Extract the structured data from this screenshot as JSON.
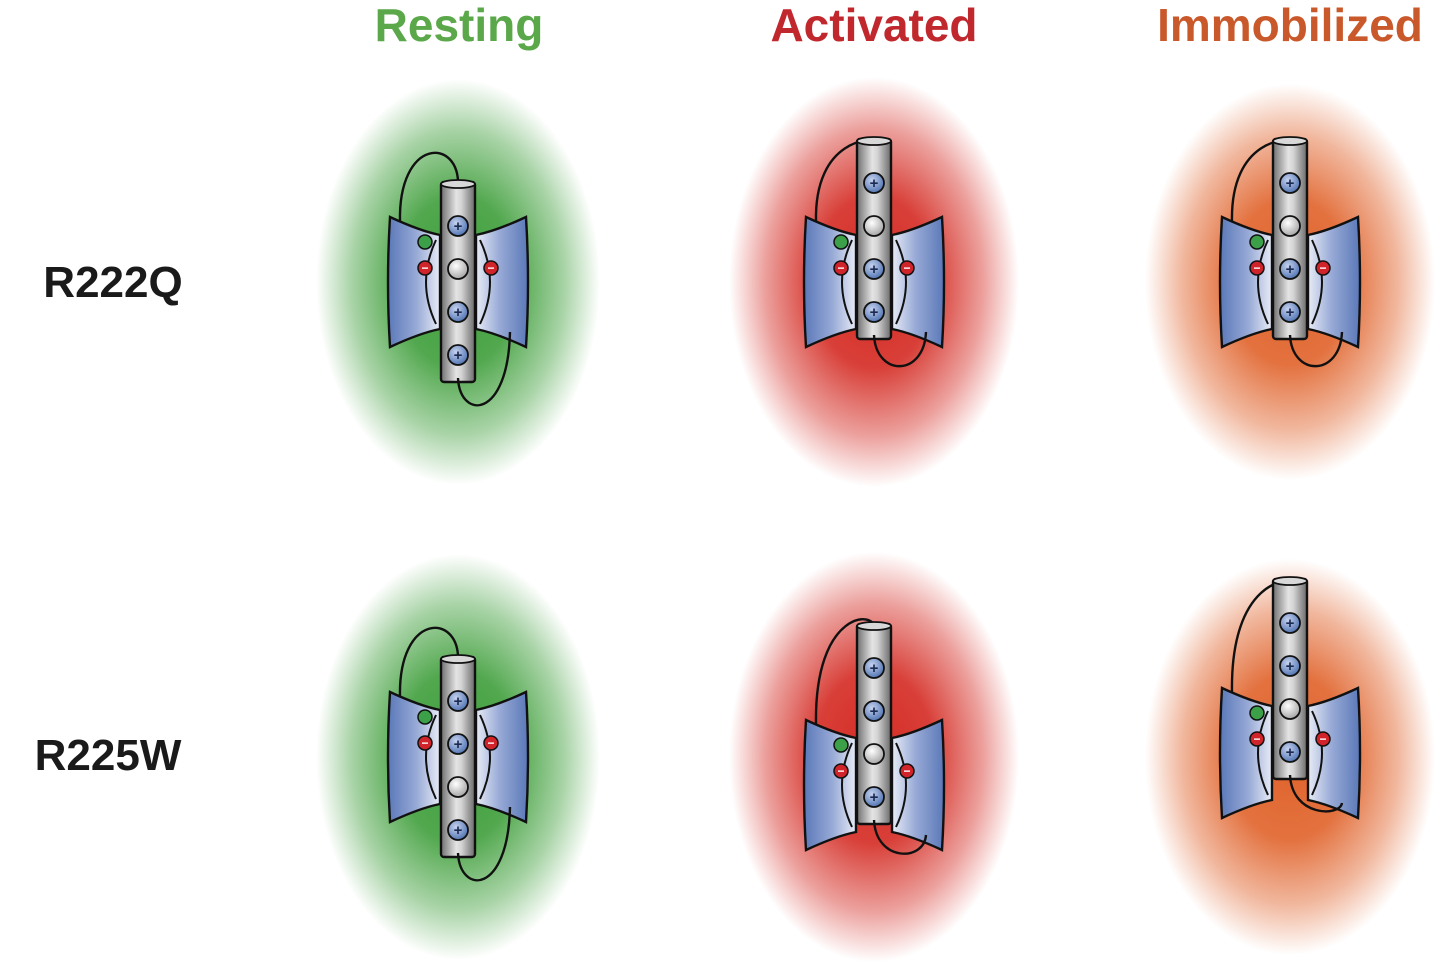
{
  "columns": [
    {
      "id": "resting",
      "label": "Resting",
      "color": "#5aa849",
      "glow": "#3e9e3a"
    },
    {
      "id": "activated",
      "label": "Activated",
      "color": "#c0282e",
      "glow": "#d42a22"
    },
    {
      "id": "immobilized",
      "label": "Immobilized",
      "color": "#c9582a",
      "glow": "#e0622a"
    }
  ],
  "rows": [
    {
      "id": "r222q",
      "label": "R222Q"
    },
    {
      "id": "r225w",
      "label": "R225W"
    }
  ],
  "colors": {
    "sensor_blue": "#5a78b8",
    "sensor_light": "#e8ecf6",
    "positive_charge": "#4a6fb0",
    "negative_charge": "#d0232a",
    "polar_residue": "#3ca048",
    "neutral_residue": "#e6e6e6",
    "helix_gray": "#a8a8a8"
  },
  "symbols": {
    "plus": "+",
    "minus": "−"
  },
  "panels": [
    {
      "row": "r222q",
      "col": "resting",
      "s4_shift": 0,
      "beads": [
        "plus",
        "neutral",
        "plus",
        "plus"
      ]
    },
    {
      "row": "r222q",
      "col": "activated",
      "s4_shift": -1,
      "beads": [
        "plus",
        "neutral",
        "plus",
        "plus"
      ]
    },
    {
      "row": "r222q",
      "col": "immobilized",
      "s4_shift": -1,
      "beads": [
        "plus",
        "neutral",
        "plus",
        "plus"
      ]
    },
    {
      "row": "r225w",
      "col": "resting",
      "s4_shift": 0,
      "beads": [
        "plus",
        "plus",
        "neutral",
        "plus"
      ]
    },
    {
      "row": "r225w",
      "col": "activated",
      "s4_shift": -1,
      "beads": [
        "plus",
        "plus",
        "neutral",
        "plus"
      ]
    },
    {
      "row": "r225w",
      "col": "immobilized",
      "s4_shift": -2,
      "beads": [
        "plus",
        "plus",
        "neutral",
        "plus"
      ]
    }
  ]
}
